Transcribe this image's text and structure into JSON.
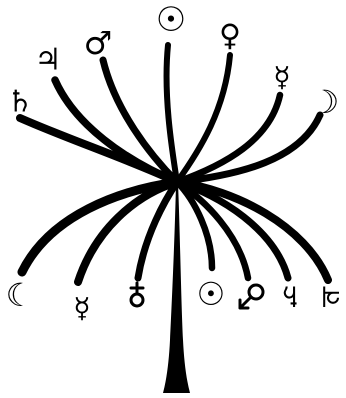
{
  "figure": {
    "ink_color": "#000000",
    "background_color": "#ffffff"
  },
  "top_symbols": [
    {
      "name": "saturn-symbol",
      "glyph": "♄"
    },
    {
      "name": "jupiter-symbol",
      "glyph": "♃"
    },
    {
      "name": "mars-symbol",
      "glyph": "♂"
    },
    {
      "name": "sun-symbol",
      "glyph": "☉"
    },
    {
      "name": "venus-symbol",
      "glyph": "♀"
    },
    {
      "name": "mercury-symbol",
      "glyph": "☿"
    },
    {
      "name": "moon-symbol",
      "glyph": "☽"
    }
  ],
  "bottom_symbols": [
    {
      "name": "moon-symbol",
      "glyph": "☾"
    },
    {
      "name": "mercury-symbol",
      "glyph": "☿"
    },
    {
      "name": "venus-symbol-inverted",
      "glyph": ""
    },
    {
      "name": "sun-symbol",
      "glyph": "☉"
    },
    {
      "name": "mars-symbol-inverted",
      "glyph": ""
    },
    {
      "name": "saturn-symbol-inverted",
      "glyph": "♄"
    },
    {
      "name": "jupiter-symbol-inverted",
      "glyph": "♃"
    }
  ]
}
